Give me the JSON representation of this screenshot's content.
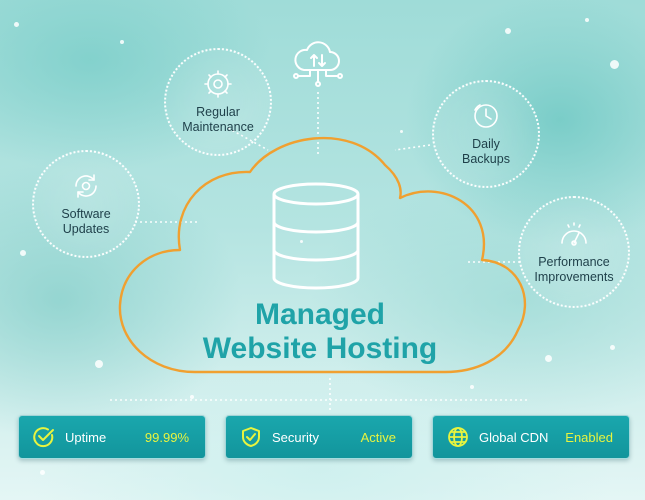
{
  "hero": {
    "title_line1": "Managed",
    "title_line2": "Website Hosting"
  },
  "features": [
    {
      "label": "Regular\nMaintenance",
      "icon": "wrench-gear-icon"
    },
    {
      "label": "Daily\nBackups",
      "icon": "backup-clock-icon"
    },
    {
      "label": "Software\nUpdates",
      "icon": "update-gear-icon"
    },
    {
      "label": "Performance\nImprovements",
      "icon": "speedometer-icon"
    }
  ],
  "top_icon": "cloud-sync-icon",
  "center_icon": "database-icon",
  "status_cards": [
    {
      "label": "Uptime",
      "value": "99.99%",
      "icon": "check-circle-icon"
    },
    {
      "label": "Security",
      "value": "Active",
      "icon": "shield-check-icon"
    },
    {
      "label": "Global CDN",
      "value": "Enabled",
      "icon": "globe-icon"
    }
  ],
  "colors": {
    "accent_teal": "#1fa3a8",
    "cloud_outline": "#f0a030",
    "status_value": "#e8f43f",
    "card_bg": "#1aa7ad"
  }
}
